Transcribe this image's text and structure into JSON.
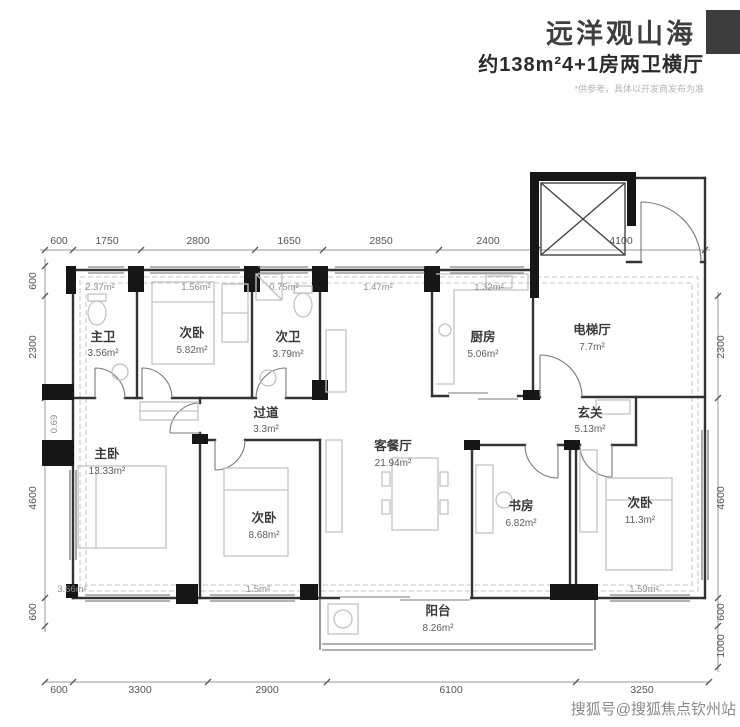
{
  "header": {
    "title": "远洋观山海",
    "subtitle": "约138m²4+1房两卫横厅",
    "disclaimer": "*供参考，具体以开发商发布为准"
  },
  "floorplan": {
    "rooms": {
      "master_bath": {
        "name": "主卫",
        "area": "3.56m²"
      },
      "bedroom2": {
        "name": "次卧",
        "area": "5.82m²"
      },
      "bath2": {
        "name": "次卫",
        "area": "3.79m²"
      },
      "kitchen": {
        "name": "厨房",
        "area": "5.06m²"
      },
      "elevator_hall": {
        "name": "电梯厅",
        "area": "7.7m²"
      },
      "corridor": {
        "name": "过道",
        "area": "3.3m²"
      },
      "foyer": {
        "name": "玄关",
        "area": "5.13m²"
      },
      "master_bedroom": {
        "name": "主卧",
        "area": "13.33m²"
      },
      "bedroom3": {
        "name": "次卧",
        "area": "8.68m²"
      },
      "living_dining": {
        "name": "客餐厅",
        "area": "21.94m²"
      },
      "study": {
        "name": "书房",
        "area": "6.82m²"
      },
      "bedroom4": {
        "name": "次卧",
        "area": "11.3m²"
      },
      "balcony": {
        "name": "阳台",
        "area": "8.26m²"
      }
    },
    "inner_dims": {
      "top": [
        "2.37m²",
        "1.56m²",
        "0.75m²",
        "1.47m²",
        "1.32m²"
      ],
      "bottom": [
        "3.66m²",
        "1.5m²",
        "1.59m²"
      ],
      "left_niche": "0.69"
    },
    "dims": {
      "top": [
        "600",
        "1750",
        "2800",
        "1650",
        "2850",
        "2400",
        "4100"
      ],
      "bottom": [
        "600",
        "3300",
        "2900",
        "6100",
        "3250"
      ],
      "left": [
        "600",
        "2300",
        "4600",
        "600"
      ],
      "right": [
        "2300",
        "4600",
        "600",
        "1000"
      ]
    }
  },
  "watermark": "搜狐号@搜狐焦点钦州站"
}
